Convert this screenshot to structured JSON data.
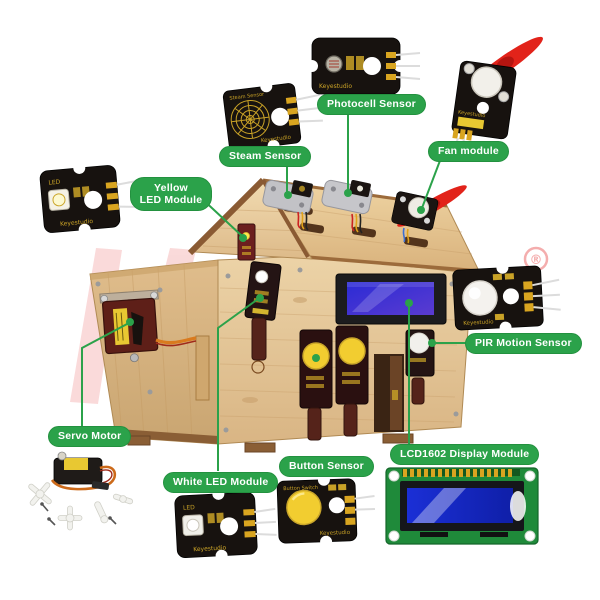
{
  "page": {
    "background": "#ffffff",
    "description_visible_brand": "Keyestudio"
  },
  "labels": {
    "steam": "Steam Sensor",
    "photocell": "Photocell Sensor",
    "fan": "Fan module",
    "yellow_led_line1": "Yellow",
    "yellow_led_line2": "LED Module",
    "pir": "PIR Motion Sensor",
    "servo": "Servo Motor",
    "white_led": "White LED Module",
    "button": "Button Sensor",
    "lcd": "LCD1602 Display Module"
  },
  "module_texts": {
    "brand": "Keyestudio",
    "led": "LED",
    "button_switch": "Button Switch",
    "registered": "®"
  },
  "colors": {
    "badge_green": "#2ba24a",
    "callout_line_green": "#2ba24a",
    "propeller_red": "#e2231a",
    "pcb_black": "#17120f",
    "button_yellow": "#f2cd30",
    "lcd_screen_blue": "#2430cf",
    "lcd_pcb_green": "#1f8a3a",
    "house_wood_tan": "#e3c393",
    "watermark_red": "#e01818"
  }
}
